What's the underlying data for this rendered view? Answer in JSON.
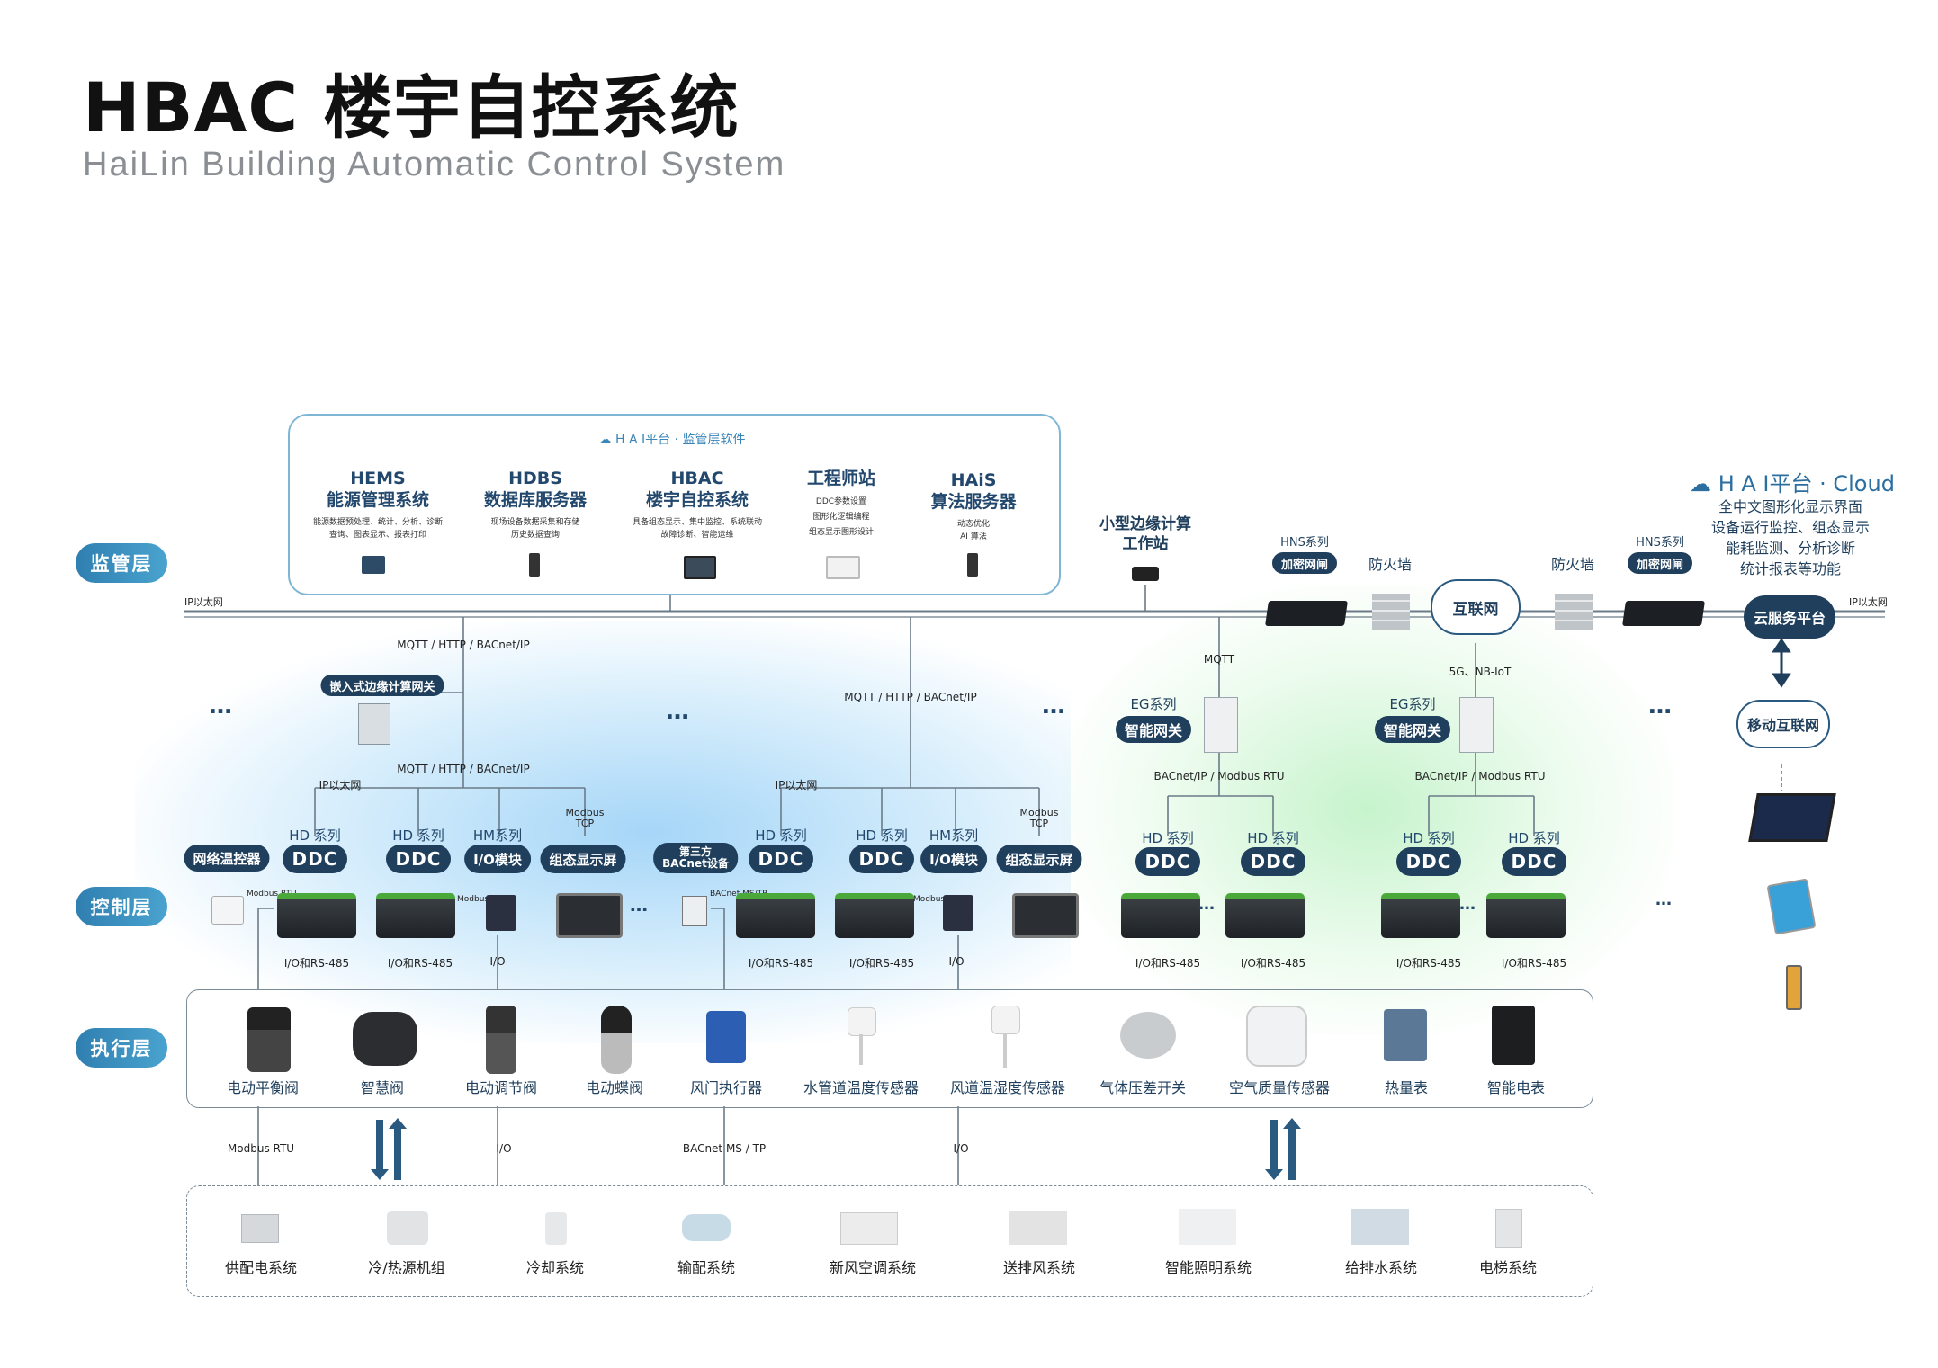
{
  "title": "HBAC 楼宇自控系统",
  "subtitle": "HaiLin  Building  Automatic  Control  System",
  "layers": {
    "supervision": "监管层",
    "control": "控制层",
    "execution": "执行层"
  },
  "hai_platform": {
    "header": "H A I平台 · 监管层软件",
    "systems": [
      {
        "code": "HEMS",
        "name": "能源管理系统",
        "desc1": "能源数据预处理、统计、分析、诊断",
        "desc2": "查询、图表显示、报表打印"
      },
      {
        "code": "HDBS",
        "name": "数据库服务器",
        "desc1": "现场设备数据采集和存储",
        "desc2": "历史数据查询"
      },
      {
        "code": "HBAC",
        "name": "楼宇自控系统",
        "desc1": "具备组态显示、集中监控、系统联动",
        "desc2": "故障诊断、智能运维"
      },
      {
        "code": "",
        "name": "工程师站",
        "desc1": "DDC参数设置",
        "desc2": "图形化逻辑编程",
        "desc3": "组态显示图形设计"
      },
      {
        "code": "HAiS",
        "name": "算法服务器",
        "desc1": "动态优化",
        "desc2": "AI 算法"
      }
    ]
  },
  "network": {
    "ip_ethernet": "IP以太网",
    "protocol_main": "MQTT / HTTP / BACnet/IP",
    "mqtt": "MQTT",
    "fiveg": "5G、NB-IoT",
    "bacnet_modbus": "BACnet/IP / Modbus RTU",
    "io_rs485": "I/O和RS-485",
    "io": "I/O",
    "modbus_rtu": "Modbus RTU",
    "modbus_tcp": "Modbus TCP",
    "bacnet_mstp": "BACnet MS / TP",
    "bacnet_mstp_short": "BACnet MS/TP"
  },
  "edge": {
    "small_station_1": "小型边缘计算",
    "small_station_2": "工作站",
    "embedded_gateway": "嵌入式边缘计算网关"
  },
  "security": {
    "hns_series": "HNS系列",
    "encrypt_gateway": "加密网闸",
    "firewall": "防火墙",
    "internet": "互联网"
  },
  "cloud": {
    "header": "H A I平台 · Cloud",
    "lines": [
      "全中文图形化显示界面",
      "设备运行监控、组态显示",
      "能耗监测、分析诊断",
      "统计报表等功能"
    ],
    "cloud_server": "云服务平台",
    "mobile_internet": "移动互联网"
  },
  "control": {
    "hd_series": "HD 系列",
    "hm_series": "HM系列",
    "eg_series": "EG系列",
    "ddc": "DDC",
    "io_module": "I/O模块",
    "config_screen": "组态显示屏",
    "net_thermostat": "网络温控器",
    "third_party_1": "第三方",
    "third_party_2": "BACnet设备",
    "smart_gateway": "智能网关",
    "ellipsis": "…"
  },
  "execution_devices": [
    "电动平衡阀",
    "智慧阀",
    "电动调节阀",
    "电动蝶阀",
    "风门执行器",
    "水管道温度传感器",
    "风道温湿度传感器",
    "气体压差开关",
    "空气质量传感器",
    "热量表",
    "智能电表"
  ],
  "subsystems": [
    "供配电系统",
    "冷/热源机组",
    "冷却系统",
    "输配系统",
    "新风空调系统",
    "送排风系统",
    "智能照明系统",
    "给排水系统",
    "电梯系统"
  ]
}
